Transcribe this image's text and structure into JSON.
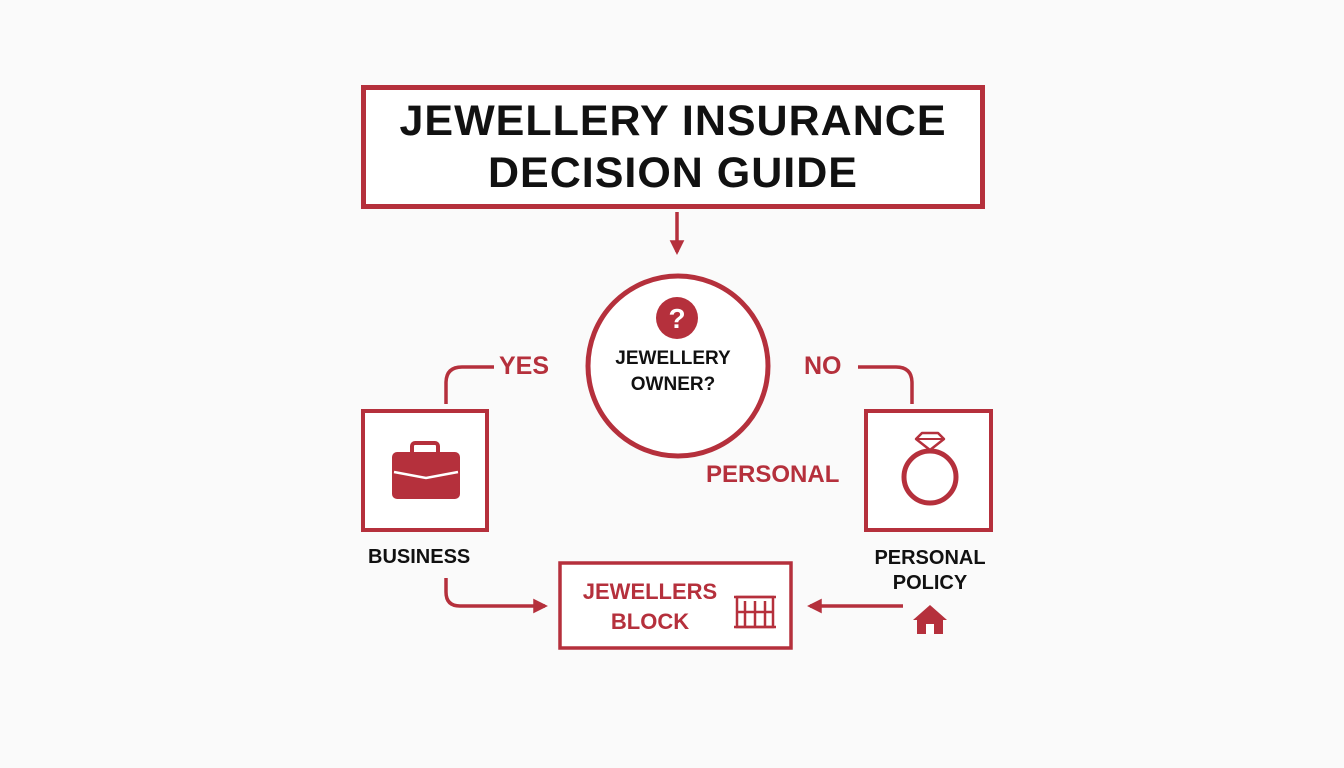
{
  "title": {
    "line1": "JEWELLERY INSURANCE",
    "line2": "DECISION GUIDE"
  },
  "decision": {
    "symbol": "?",
    "line1": "JEWELLERY",
    "line2": "OWNER?",
    "icon": "question-mark-icon"
  },
  "branches": {
    "yes": "YES",
    "no": "NO"
  },
  "business": {
    "label": "BUSINESS",
    "icon": "briefcase-icon"
  },
  "personal": {
    "tag": "PERSONAL",
    "policy_line1": "PERSONAL",
    "policy_line2": "POLICY",
    "icon": "diamond-ring-icon",
    "policy_icon": "home-icon"
  },
  "result": {
    "line1": "JEWELLERS",
    "line2": "BLOCK",
    "icon": "building-icon"
  },
  "colors": {
    "accent": "#b5303c",
    "text": "#111111",
    "background": "#fafafa"
  }
}
